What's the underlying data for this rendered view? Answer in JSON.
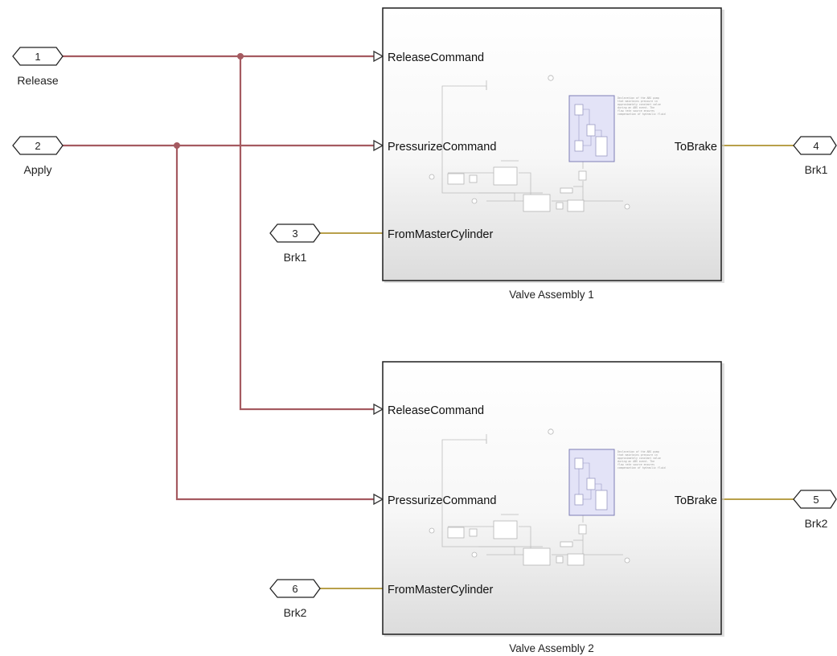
{
  "colors": {
    "signal_red": "#a55a60",
    "signal_gold": "#b8a04a",
    "block_border": "#1e1e1e",
    "subsystem_fill": "#e3e3f7"
  },
  "ports": {
    "in1": {
      "number": "1",
      "label": "Release"
    },
    "in2": {
      "number": "2",
      "label": "Apply"
    },
    "in3": {
      "number": "3",
      "label": "Brk1"
    },
    "in6": {
      "number": "6",
      "label": "Brk2"
    },
    "out4": {
      "number": "4",
      "label": "Brk1"
    },
    "out5": {
      "number": "5",
      "label": "Brk2"
    }
  },
  "blocks": [
    {
      "name": "Valve Assembly 1",
      "inputs": [
        "ReleaseCommand",
        "PressurizeCommand",
        "FromMasterCylinder"
      ],
      "output": "ToBrake"
    },
    {
      "name": "Valve Assembly 2",
      "inputs": [
        "ReleaseCommand",
        "PressurizeCommand",
        "FromMasterCylinder"
      ],
      "output": "ToBrake"
    }
  ]
}
